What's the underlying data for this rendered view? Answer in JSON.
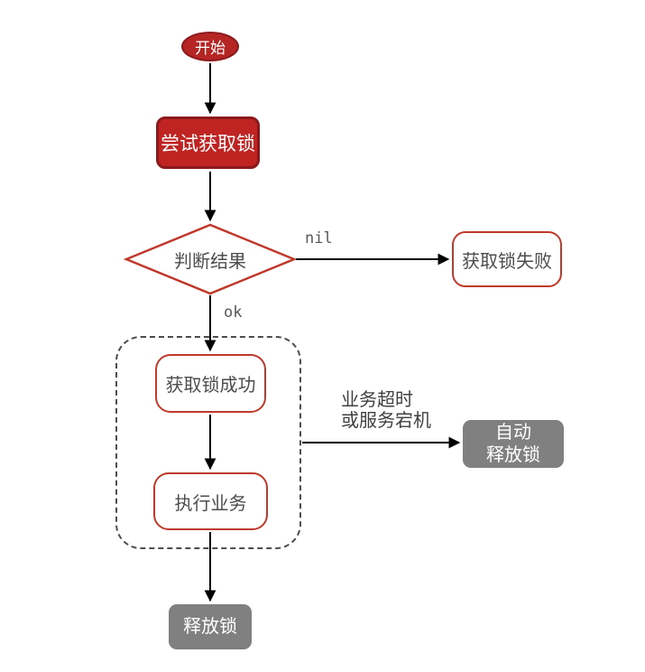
{
  "diagram": {
    "type": "flowchart",
    "language": "zh-CN",
    "topic": "distributed lock acquisition flow",
    "colors": {
      "node_fill_red": "#bf2422",
      "node_border_dark_red": "#8c1a1c",
      "outline_red": "#c0392b",
      "gray_fill": "#808080",
      "node_text_dark": "#4d4d4d",
      "code_label_gray": "#595959",
      "edge_label_dark": "#404040",
      "arrow_color": "#000000",
      "background": "#ffffff"
    },
    "nodes": {
      "start": {
        "label": "开始",
        "shape": "ellipse",
        "style": "red-solid"
      },
      "try_lock": {
        "label": "尝试获取锁",
        "shape": "rounded-rect",
        "style": "red-solid"
      },
      "judge": {
        "label": "判断结果",
        "shape": "diamond",
        "style": "red-outline"
      },
      "lock_failed": {
        "label": "获取锁失败",
        "shape": "rounded-rect",
        "style": "red-outline"
      },
      "lock_success": {
        "label": "获取锁成功",
        "shape": "rounded-rect",
        "style": "red-outline"
      },
      "exec_business": {
        "label": "执行业务",
        "shape": "rounded-rect",
        "style": "red-outline"
      },
      "auto_release": {
        "line1": "自动",
        "line2": "释放锁",
        "shape": "rounded-rect",
        "style": "gray-solid"
      },
      "release_lock": {
        "label": "释放锁",
        "shape": "rounded-rect",
        "style": "gray-solid"
      }
    },
    "edges": {
      "start_to_try": {
        "label": ""
      },
      "try_to_judge": {
        "label": ""
      },
      "judge_to_failed": {
        "label": "nil"
      },
      "judge_to_success": {
        "label": "ok"
      },
      "success_to_exec": {
        "label": ""
      },
      "group_to_auto_release": {
        "label_line1": "业务超时",
        "label_line2": "或服务宕机"
      },
      "exec_to_release": {
        "label": ""
      }
    }
  }
}
